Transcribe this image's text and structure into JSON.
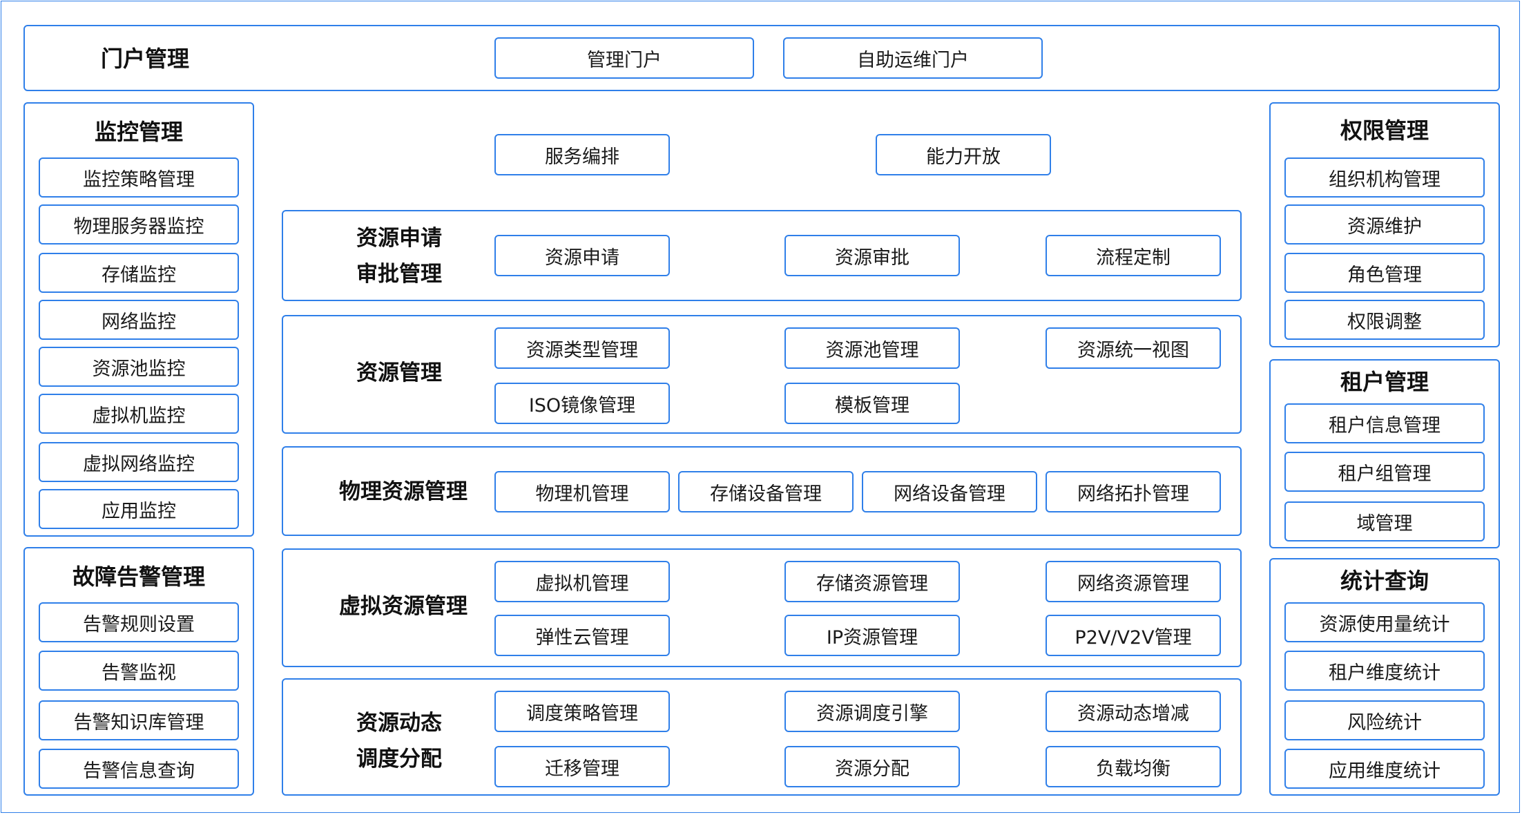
{
  "portal": {
    "title": "门户管理",
    "items": [
      "管理门户",
      "自助运维门户"
    ]
  },
  "services": [
    "服务编排",
    "能力开放"
  ],
  "monitor": {
    "title": "监控管理",
    "items": [
      "监控策略管理",
      "物理服务器监控",
      "存储监控",
      "网络监控",
      "资源池监控",
      "虚拟机监控",
      "虚拟网络监控",
      "应用监控"
    ]
  },
  "fault": {
    "title": "故障告警管理",
    "items": [
      "告警规则设置",
      "告警监视",
      "告警知识库管理",
      "告警信息查询"
    ]
  },
  "permission": {
    "title": "权限管理",
    "items": [
      "组织机构管理",
      "资源维护",
      "角色管理",
      "权限调整"
    ]
  },
  "tenant": {
    "title": "租户管理",
    "items": [
      "租户信息管理",
      "租户组管理",
      "域管理"
    ]
  },
  "stats": {
    "title": "统计查询",
    "items": [
      "资源使用量统计",
      "租户维度统计",
      "风险统计",
      "应用维度统计"
    ]
  },
  "rows": {
    "apply": {
      "title_lines": [
        "资源申请",
        "审批管理"
      ],
      "items": [
        "资源申请",
        "资源审批",
        "流程定制"
      ]
    },
    "resource": {
      "title": "资源管理",
      "items": [
        "资源类型管理",
        "资源池管理",
        "资源统一视图",
        "ISO镜像管理",
        "模板管理"
      ]
    },
    "physical": {
      "title": "物理资源管理",
      "items": [
        "物理机管理",
        "存储设备管理",
        "网络设备管理",
        "网络拓扑管理"
      ]
    },
    "virtual": {
      "title": "虚拟资源管理",
      "items": [
        "虚拟机管理",
        "存储资源管理",
        "网络资源管理",
        "弹性云管理",
        "IP资源管理",
        "P2V/V2V管理"
      ]
    },
    "dynamic": {
      "title_lines": [
        "资源动态",
        "调度分配"
      ],
      "items": [
        "调度策略管理",
        "资源调度引擎",
        "资源动态增减",
        "迁移管理",
        "资源分配",
        "负载均衡"
      ]
    }
  },
  "colors": {
    "border": "#2f7fe9",
    "text": "#1a1a1a",
    "background": "#ffffff"
  }
}
